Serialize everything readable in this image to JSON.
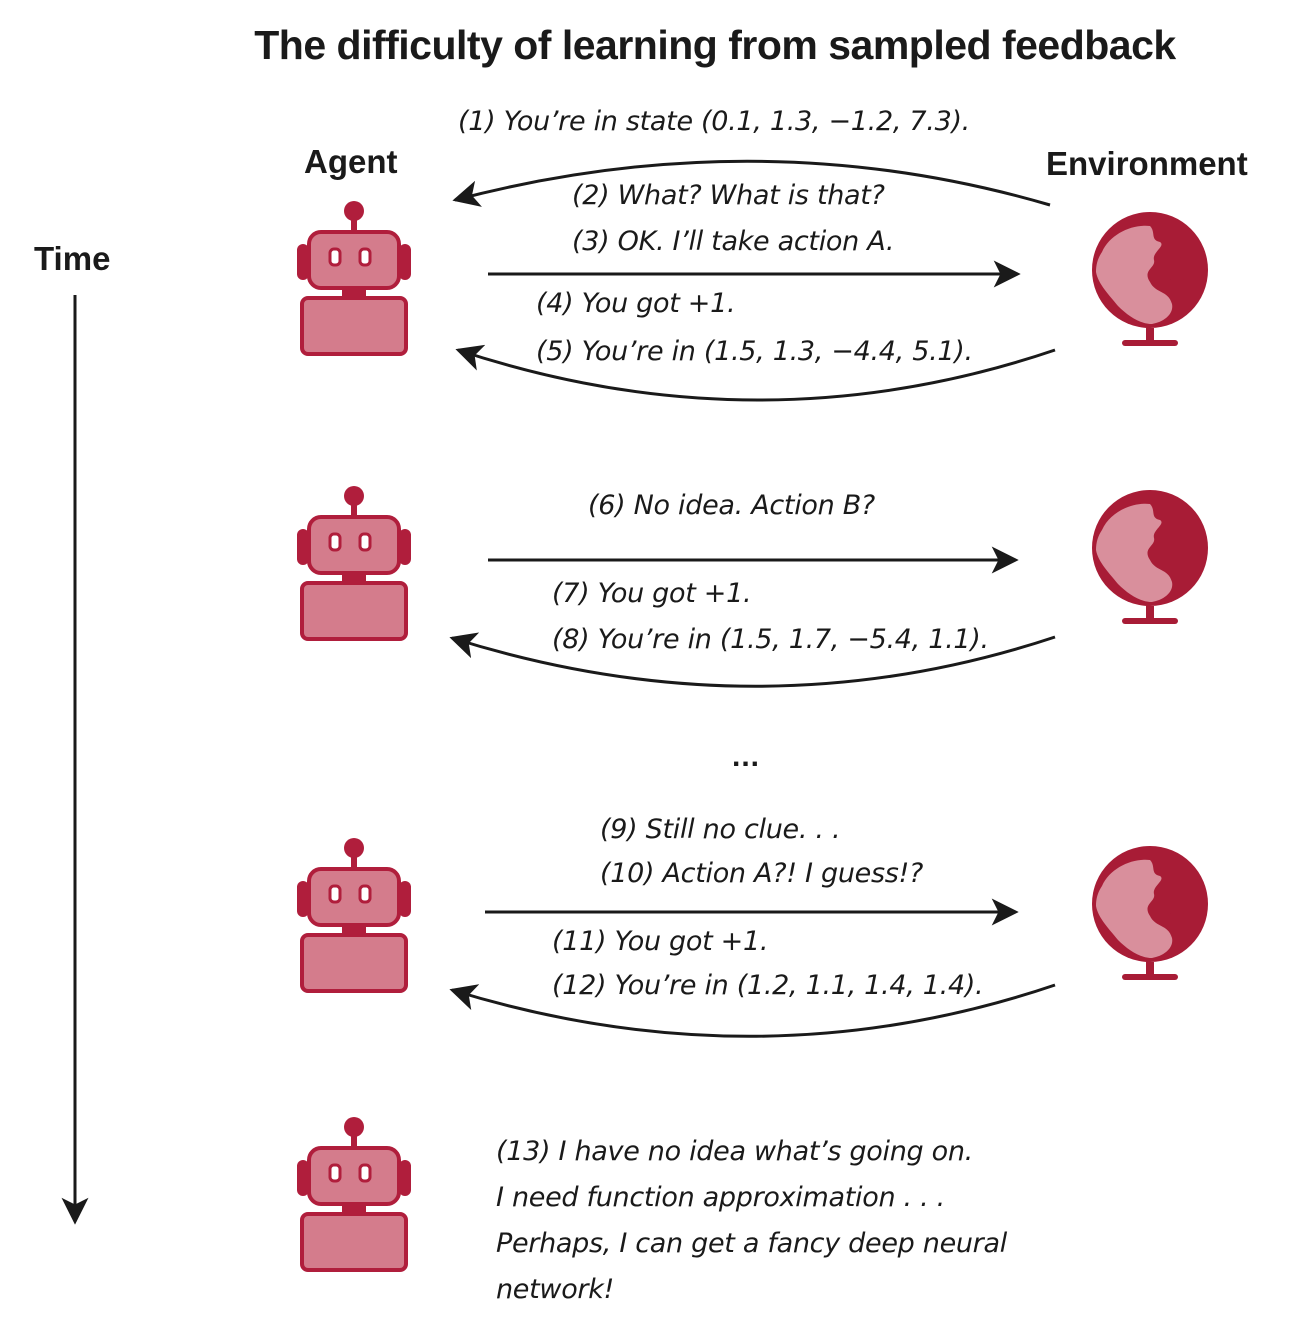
{
  "title": "The difficulty of learning from sampled feedback",
  "labels": {
    "agent": "Agent",
    "environment": "Environment",
    "time": "Time"
  },
  "messages": {
    "m1": "(1) You’re in state (0.1, 1.3, −1.2, 7.3).",
    "m2": "(2) What? What is that?",
    "m3": "(3) OK. I’ll take action A.",
    "m4": "(4) You got +1.",
    "m5": "(5) You’re in (1.5, 1.3, −4.4, 5.1).",
    "m6": "(6) No idea. Action B?",
    "m7": "(7) You got +1.",
    "m8": "(8) You’re in (1.5, 1.7, −5.4, 1.1).",
    "ellipsis": "...",
    "m9": "(9) Still no clue. . .",
    "m10": "(10) Action A?! I guess!?",
    "m11": "(11) You got +1.",
    "m12": "(12) You’re in (1.2, 1.1, 1.4, 1.4).",
    "m13_line1": "(13) I have no idea what’s going on.",
    "m13_line2": "I need function approximation . . .",
    "m13_line3": "Perhaps, I can get a fancy deep neural",
    "m13_line4": "network!"
  },
  "colors": {
    "robot_dark": "#b01e3c",
    "robot_light": "#d47c8c",
    "globe_dark": "#a81c36",
    "globe_light": "#d98f9c",
    "arrow": "#1a1a1a"
  }
}
